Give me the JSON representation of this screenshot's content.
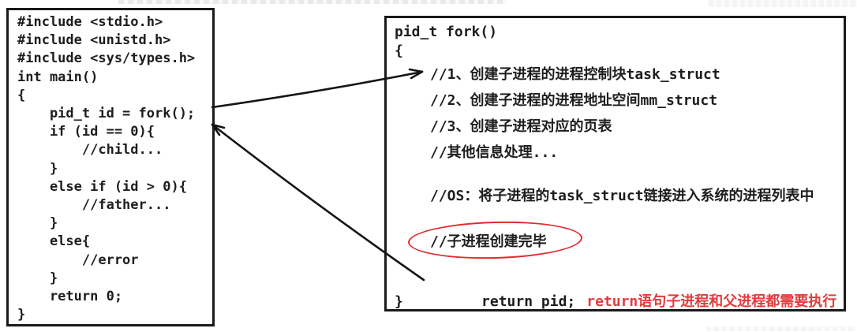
{
  "colors": {
    "background": "#ffffff",
    "box_border": "#1a1a1a",
    "code_text": "#1d1d1f",
    "comment_green": "#3cbb6c",
    "annotation_red": "#e23b3d",
    "ellipse_red": "#df2b2e",
    "arrow_black": "#141414"
  },
  "left_panel": {
    "lines": [
      {
        "t": "#include <stdio.h>"
      },
      {
        "t": "#include <unistd.h>"
      },
      {
        "t": "#include <sys/types.h>"
      },
      {
        "t": "int main()"
      },
      {
        "t": "{"
      },
      {
        "t": "    pid_t id = fork();"
      },
      {
        "t": "    if (id == 0){"
      },
      {
        "t": "        //child..."
      },
      {
        "t": "    }"
      },
      {
        "t": "    else if (id > 0){"
      },
      {
        "t": "        //father..."
      },
      {
        "t": "    }"
      },
      {
        "t": "    else{"
      },
      {
        "t": "        //error"
      },
      {
        "t": "    }"
      },
      {
        "t": "    return 0;"
      },
      {
        "t": "}"
      }
    ]
  },
  "right_panel": {
    "signature": "pid_t fork()",
    "open_brace": "{",
    "comments": [
      "//1、创建子进程的进程控制块task_struct",
      "//2、创建子进程的进程地址空间mm_struct",
      "//3、创建子进程对应的页表",
      "//其他信息处理...",
      "//OS：将子进程的task_struct链接进入系统的进程列表中",
      "//子进程创建完毕"
    ],
    "return_statement": "return pid;",
    "return_note": "return语句子进程和父进程都需要执行",
    "close_brace": "}"
  }
}
